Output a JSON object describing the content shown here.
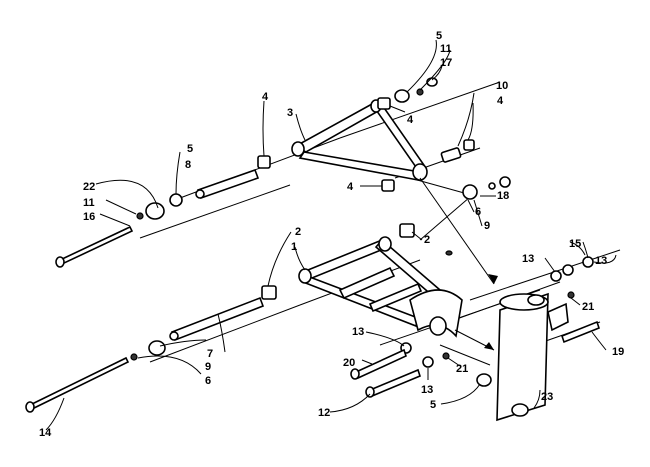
{
  "callouts": [
    {
      "id": "c5a",
      "text": "5"
    },
    {
      "id": "c11a",
      "text": "11"
    },
    {
      "id": "c17",
      "text": "17"
    },
    {
      "id": "c10",
      "text": "10"
    },
    {
      "id": "c4a",
      "text": "4"
    },
    {
      "id": "c4b",
      "text": "4"
    },
    {
      "id": "c3",
      "text": "3"
    },
    {
      "id": "c4c",
      "text": "4"
    },
    {
      "id": "c5b",
      "text": "5"
    },
    {
      "id": "c8",
      "text": "8"
    },
    {
      "id": "c22",
      "text": "22"
    },
    {
      "id": "c11b",
      "text": "11"
    },
    {
      "id": "c16",
      "text": "16"
    },
    {
      "id": "c4d",
      "text": "4"
    },
    {
      "id": "c18",
      "text": "18"
    },
    {
      "id": "c6a",
      "text": "6"
    },
    {
      "id": "c9a",
      "text": "9"
    },
    {
      "id": "c2a",
      "text": "2"
    },
    {
      "id": "c1",
      "text": "1"
    },
    {
      "id": "c2b",
      "text": "2"
    },
    {
      "id": "c13a",
      "text": "13"
    },
    {
      "id": "c15",
      "text": "15"
    },
    {
      "id": "c13b",
      "text": "13"
    },
    {
      "id": "c21a",
      "text": "21"
    },
    {
      "id": "c7",
      "text": "7"
    },
    {
      "id": "c9b",
      "text": "9"
    },
    {
      "id": "c6b",
      "text": "6"
    },
    {
      "id": "c13c",
      "text": "13"
    },
    {
      "id": "c20",
      "text": "20"
    },
    {
      "id": "c21b",
      "text": "21"
    },
    {
      "id": "c13d",
      "text": "13"
    },
    {
      "id": "c19",
      "text": "19"
    },
    {
      "id": "c12",
      "text": "12"
    },
    {
      "id": "c5c",
      "text": "5"
    },
    {
      "id": "c23",
      "text": "23"
    },
    {
      "id": "c14",
      "text": "14"
    }
  ]
}
